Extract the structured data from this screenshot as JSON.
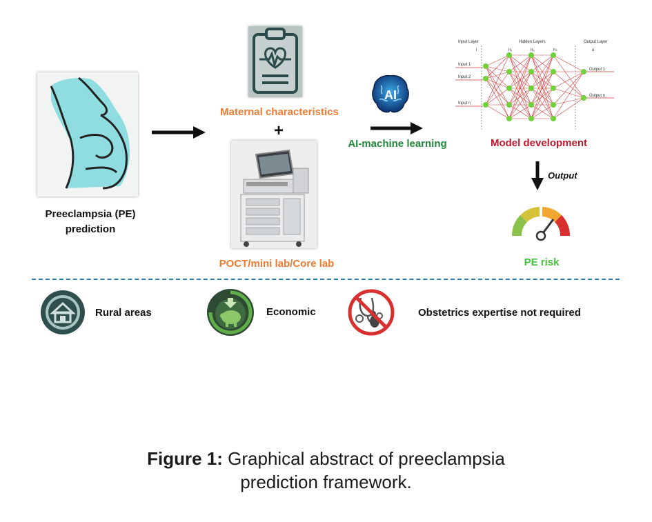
{
  "left": {
    "label": "Preeclampsia (PE) prediction"
  },
  "center": {
    "maternal_label": "Maternal characteristics",
    "plus": "+",
    "lab_label": "POCT/mini lab/Core lab"
  },
  "ai": {
    "label": "AI-machine learning",
    "brain_text": "AI"
  },
  "model": {
    "label": "Model development",
    "nn": {
      "input_layer": "Input Layer",
      "hidden_layers": "Hidden Layers",
      "output_layer": "Output Layer",
      "sub_i": "i",
      "sub_h1": "h₁",
      "sub_h2": "h₂",
      "sub_hn": "hₙ",
      "sub_o": "o",
      "input1": "Input 1",
      "input2": "Input 2",
      "inputn": "Input n",
      "output1": "Output 1",
      "outputn": "Output n"
    }
  },
  "output": {
    "label": "Output",
    "risk_label": "PE risk"
  },
  "benefits": [
    {
      "label": "Rural areas",
      "icon": "house-icon"
    },
    {
      "label": "Economic",
      "icon": "piggy-bank-icon"
    },
    {
      "label": "Obstetrics expertise not required",
      "icon": "no-stethoscope-icon"
    }
  ],
  "caption": {
    "prefix": "Figure 1:",
    "text": "Graphical abstract of preeclampsia",
    "text2": "prediction framework."
  },
  "colors": {
    "orange": "#ee7a2f",
    "green": "#1f8a3a",
    "red": "#c0172b",
    "risk_green": "#45c23c",
    "divider": "#2d7fae"
  }
}
